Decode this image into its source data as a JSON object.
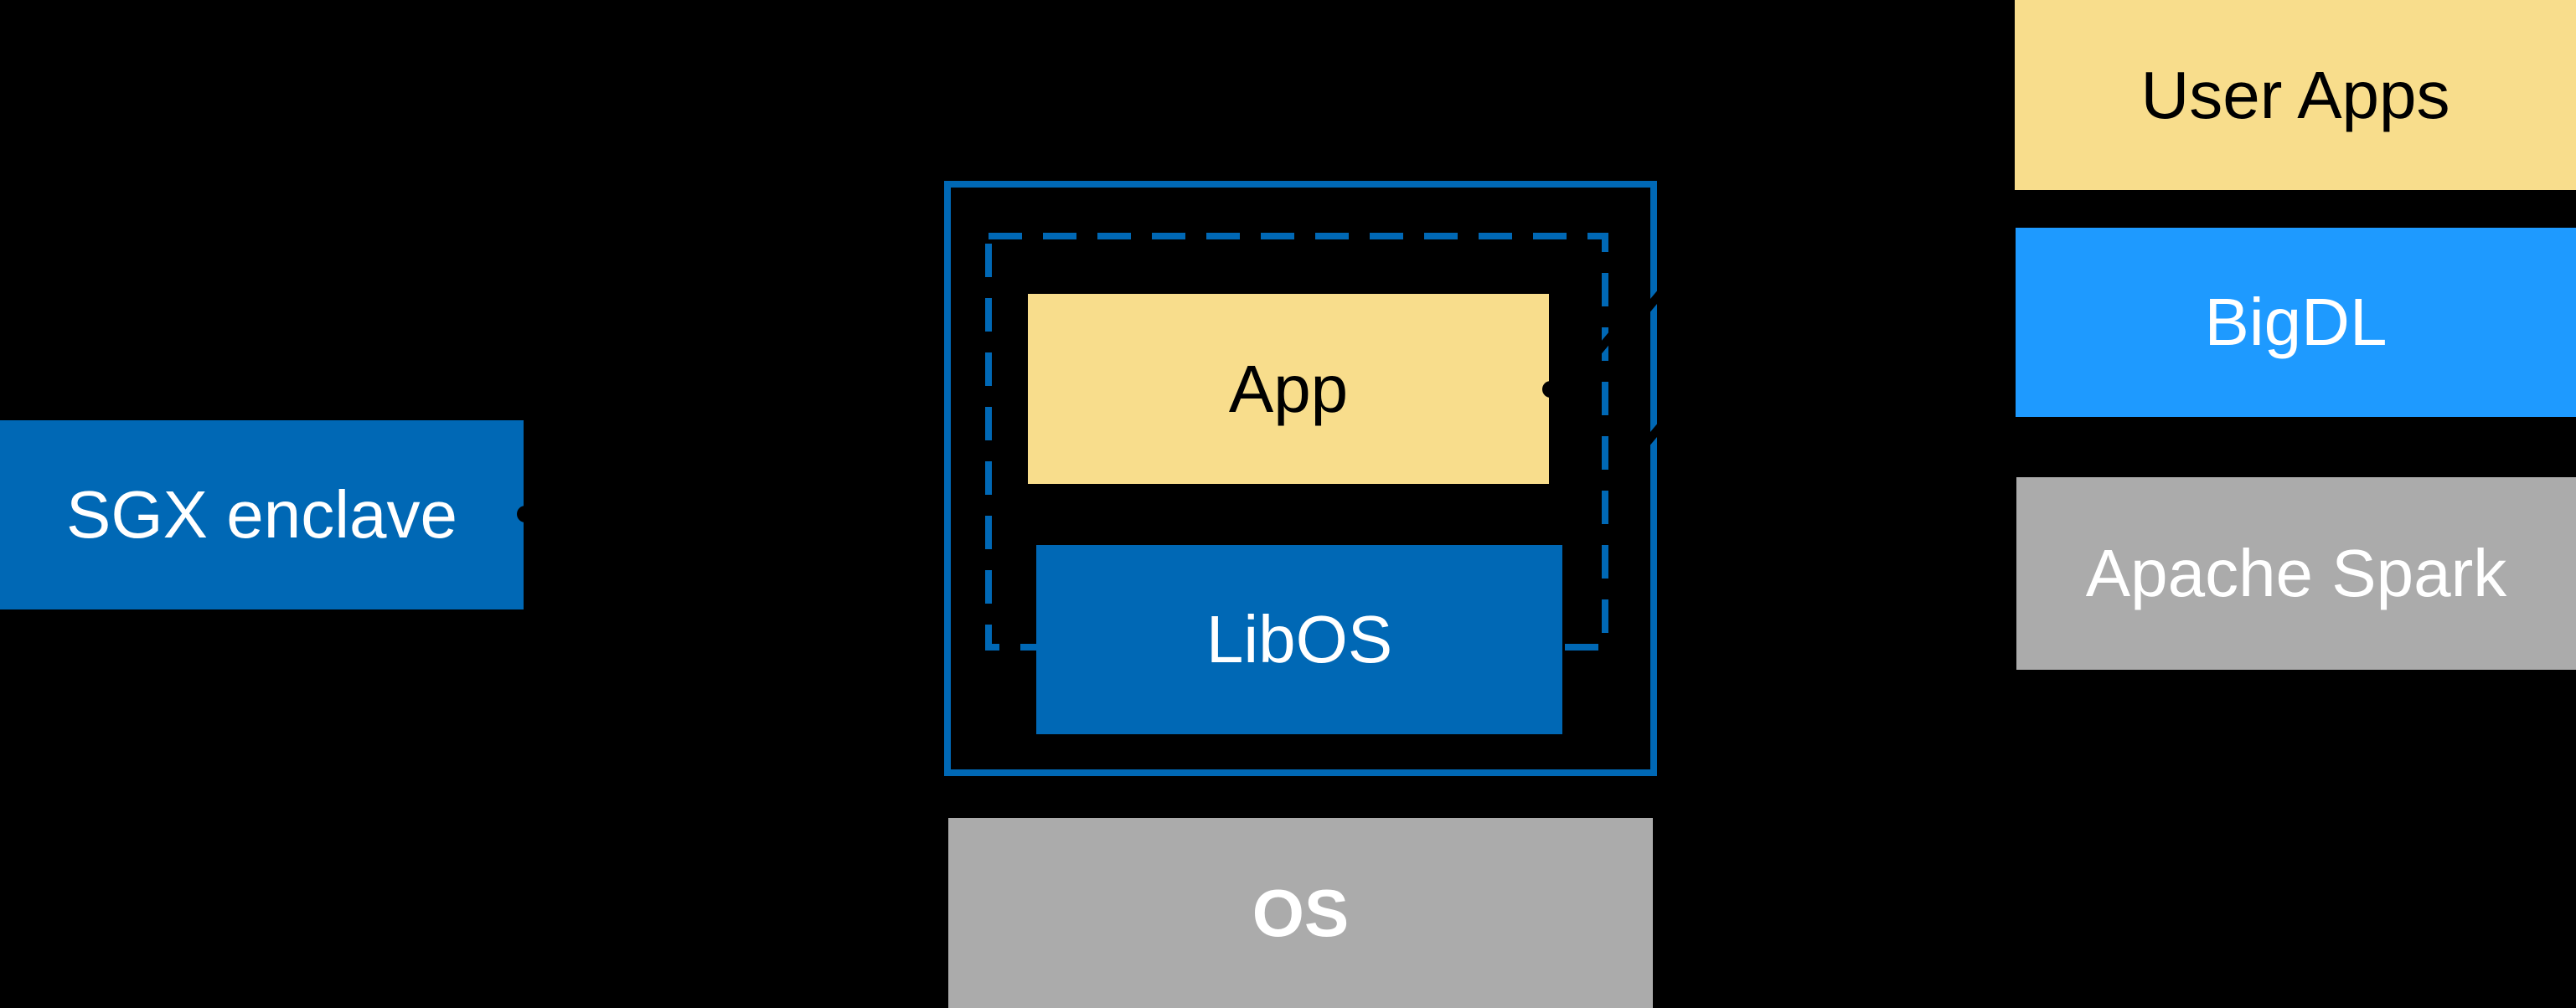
{
  "colors": {
    "background": "#000000",
    "intel_blue": "#0068B5",
    "bright_blue": "#1E9AFF",
    "yellow": "#F8DD8C",
    "gray": "#ABABAB",
    "text_white": "#FFFFFF",
    "text_black": "#000000"
  },
  "sgx": {
    "label": "SGX enclave"
  },
  "enclave": {
    "app_label": "App",
    "libos_label": "LibOS"
  },
  "os": {
    "label": "OS"
  },
  "stack": [
    {
      "label": "User Apps"
    },
    {
      "label": "BigDL"
    },
    {
      "label": "Apache Spark"
    }
  ]
}
